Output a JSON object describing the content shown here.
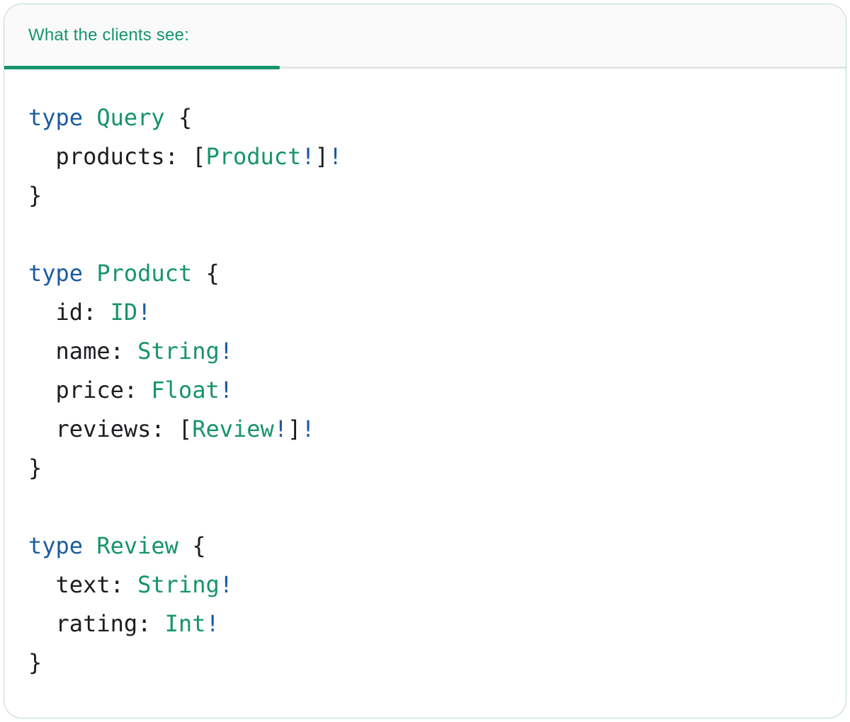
{
  "tabs": [
    {
      "label": "What the clients see:",
      "active": true
    }
  ],
  "colors": {
    "accent_green": "#16946C",
    "keyword_blue": "#1B5C9F",
    "code_dark": "#1B1D21",
    "divider_gray": "#E3E4E4",
    "header_bg": "#FAFAFB",
    "card_bg": "#FFFFFF",
    "card_border": "#BCDACB"
  },
  "code": {
    "language": "graphql",
    "lines": [
      [
        {
          "t": "type",
          "c": "keyword"
        },
        {
          "t": " ",
          "c": "plain"
        },
        {
          "t": "Query",
          "c": "typename"
        },
        {
          "t": " {",
          "c": "plain"
        }
      ],
      [
        {
          "t": "  products: [",
          "c": "plain"
        },
        {
          "t": "Product",
          "c": "typename"
        },
        {
          "t": "!",
          "c": "bang"
        },
        {
          "t": "]",
          "c": "plain"
        },
        {
          "t": "!",
          "c": "bang"
        }
      ],
      [
        {
          "t": "}",
          "c": "plain"
        }
      ],
      [],
      [
        {
          "t": "type",
          "c": "keyword"
        },
        {
          "t": " ",
          "c": "plain"
        },
        {
          "t": "Product",
          "c": "typename"
        },
        {
          "t": " {",
          "c": "plain"
        }
      ],
      [
        {
          "t": "  id: ",
          "c": "plain"
        },
        {
          "t": "ID",
          "c": "typename"
        },
        {
          "t": "!",
          "c": "bang"
        }
      ],
      [
        {
          "t": "  name: ",
          "c": "plain"
        },
        {
          "t": "String",
          "c": "typename"
        },
        {
          "t": "!",
          "c": "bang"
        }
      ],
      [
        {
          "t": "  price: ",
          "c": "plain"
        },
        {
          "t": "Float",
          "c": "typename"
        },
        {
          "t": "!",
          "c": "bang"
        }
      ],
      [
        {
          "t": "  reviews: [",
          "c": "plain"
        },
        {
          "t": "Review",
          "c": "typename"
        },
        {
          "t": "!",
          "c": "bang"
        },
        {
          "t": "]",
          "c": "plain"
        },
        {
          "t": "!",
          "c": "bang"
        }
      ],
      [
        {
          "t": "}",
          "c": "plain"
        }
      ],
      [],
      [
        {
          "t": "type",
          "c": "keyword"
        },
        {
          "t": " ",
          "c": "plain"
        },
        {
          "t": "Review",
          "c": "typename"
        },
        {
          "t": " {",
          "c": "plain"
        }
      ],
      [
        {
          "t": "  text: ",
          "c": "plain"
        },
        {
          "t": "String",
          "c": "typename"
        },
        {
          "t": "!",
          "c": "bang"
        }
      ],
      [
        {
          "t": "  rating: ",
          "c": "plain"
        },
        {
          "t": "Int",
          "c": "typename"
        },
        {
          "t": "!",
          "c": "bang"
        }
      ],
      [
        {
          "t": "}",
          "c": "plain"
        }
      ]
    ]
  }
}
